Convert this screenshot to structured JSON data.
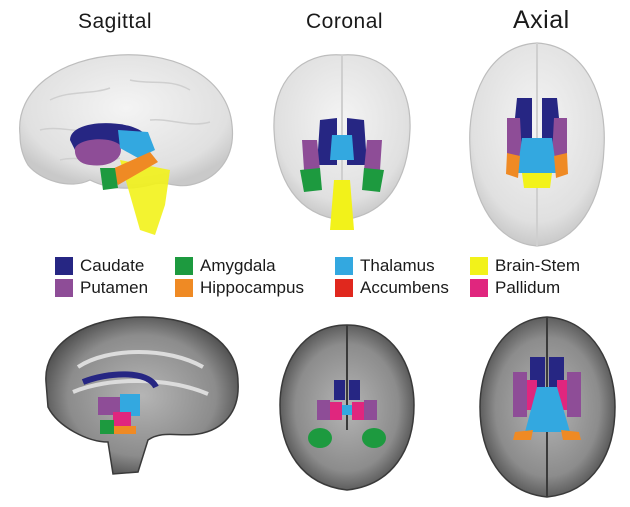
{
  "titles": {
    "sagittal": "Sagittal",
    "coronal": "Coronal",
    "axial": "Axial"
  },
  "legend": [
    {
      "label": "Caudate",
      "color": "#262683"
    },
    {
      "label": "Amygdala",
      "color": "#1d9a3f"
    },
    {
      "label": "Thalamus",
      "color": "#33a8e0"
    },
    {
      "label": "Brain-Stem",
      "color": "#f2f21a"
    },
    {
      "label": "Putamen",
      "color": "#8e4d97"
    },
    {
      "label": "Hippocampus",
      "color": "#ef8a24"
    },
    {
      "label": "Accumbens",
      "color": "#e0281e"
    },
    {
      "label": "Pallidum",
      "color": "#e0267e"
    }
  ]
}
